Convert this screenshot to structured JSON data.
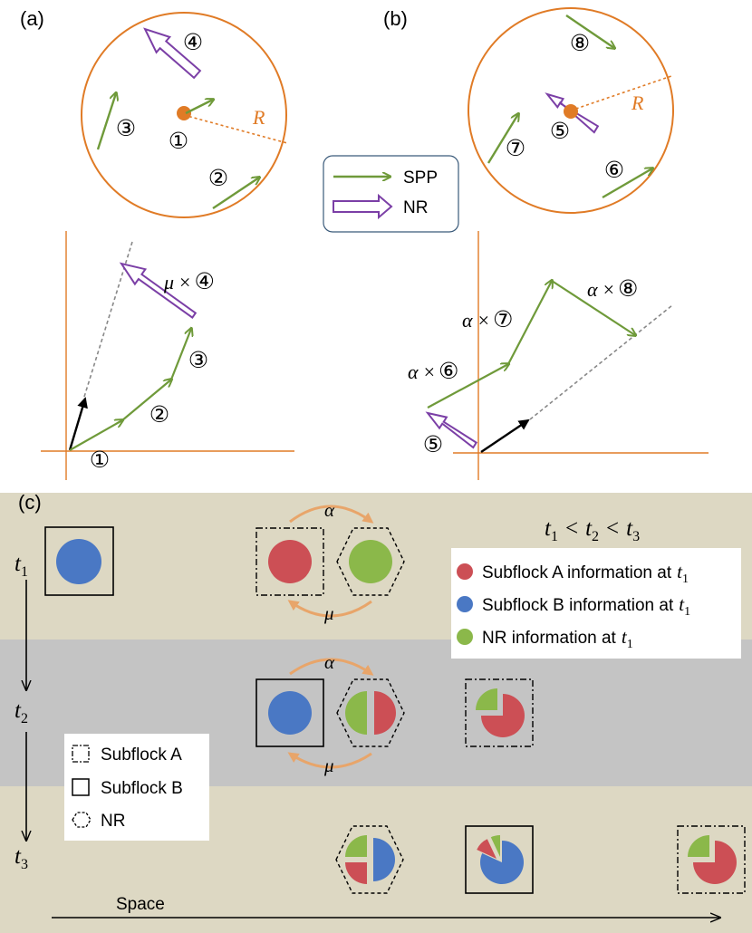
{
  "panels": {
    "a": "(a)",
    "b": "(b)",
    "c": "(c)"
  },
  "colors": {
    "spp": "#6f9a3a",
    "nr": "#7b3fa6",
    "orange": "#e07b26",
    "subflock_a": "#cc4f55",
    "subflock_b": "#4a78c4",
    "nr_info": "#8bb84a",
    "band_light": "#ddd8c3",
    "band_gray": "#c4c4c4",
    "curve": "#e8a56a"
  },
  "legend_top": {
    "spp": "SPP",
    "nr": "NR"
  },
  "radius_label": "R",
  "circled": {
    "one": "①",
    "two": "②",
    "three": "③",
    "four": "④",
    "five": "⑤",
    "six": "⑥",
    "seven": "⑦",
    "eight": "⑧"
  },
  "coeff": {
    "mu": "μ",
    "alpha": "α",
    "times": "×"
  },
  "time_order": {
    "t": "t",
    "sub1": "1",
    "sub2": "2",
    "sub3": "3",
    "lt": "<"
  },
  "legend_info": {
    "a": "Subflock A information at",
    "b": "Subflock B information at",
    "nr": "NR information at"
  },
  "legend_shapes": {
    "a": "Subflock A",
    "b": "Subflock B",
    "nr": "NR"
  },
  "space_label": "Space"
}
